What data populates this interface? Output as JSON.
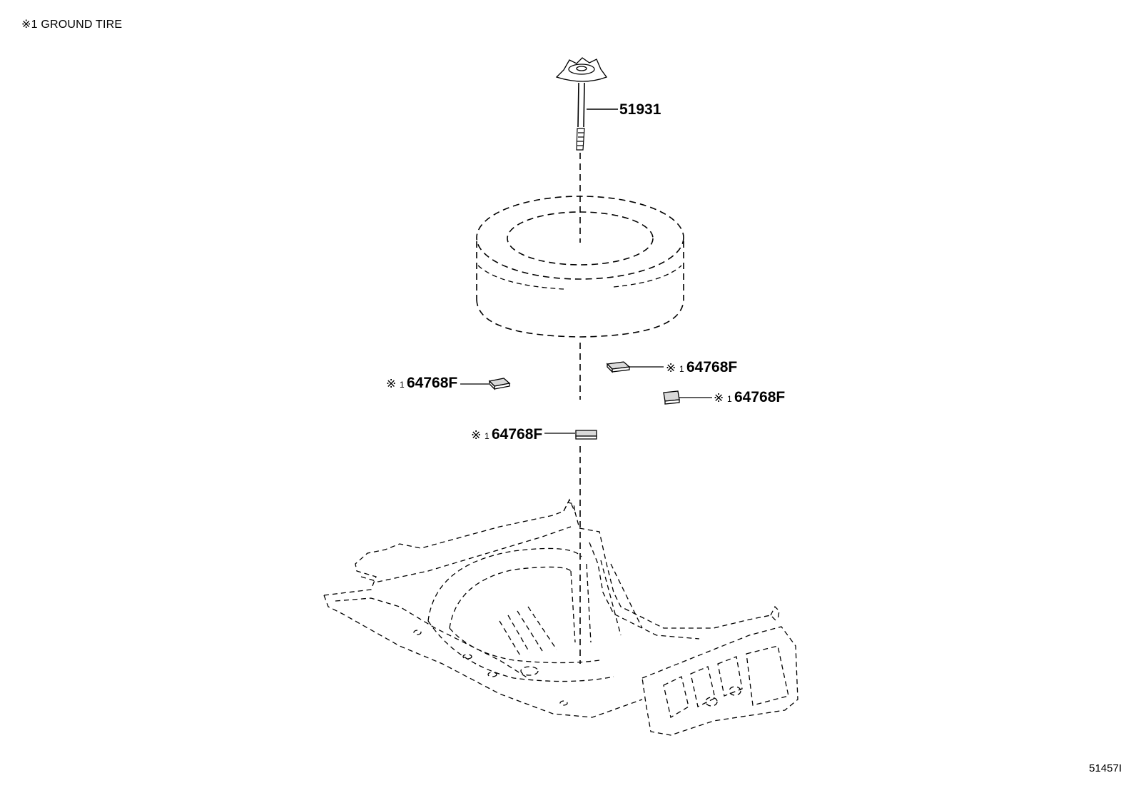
{
  "note": {
    "mark": "※1",
    "text": "GROUND TIRE"
  },
  "figure_id": "51457I",
  "parts": {
    "hold_down_bolt": {
      "number": "51931"
    },
    "pad_1": {
      "mark": "※",
      "sub": "1",
      "number": "64768F"
    },
    "pad_2": {
      "mark": "※",
      "sub": "1",
      "number": "64768F"
    },
    "pad_3": {
      "mark": "※",
      "sub": "1",
      "number": "64768F"
    },
    "pad_4": {
      "mark": "※",
      "sub": "1",
      "number": "64768F"
    }
  }
}
